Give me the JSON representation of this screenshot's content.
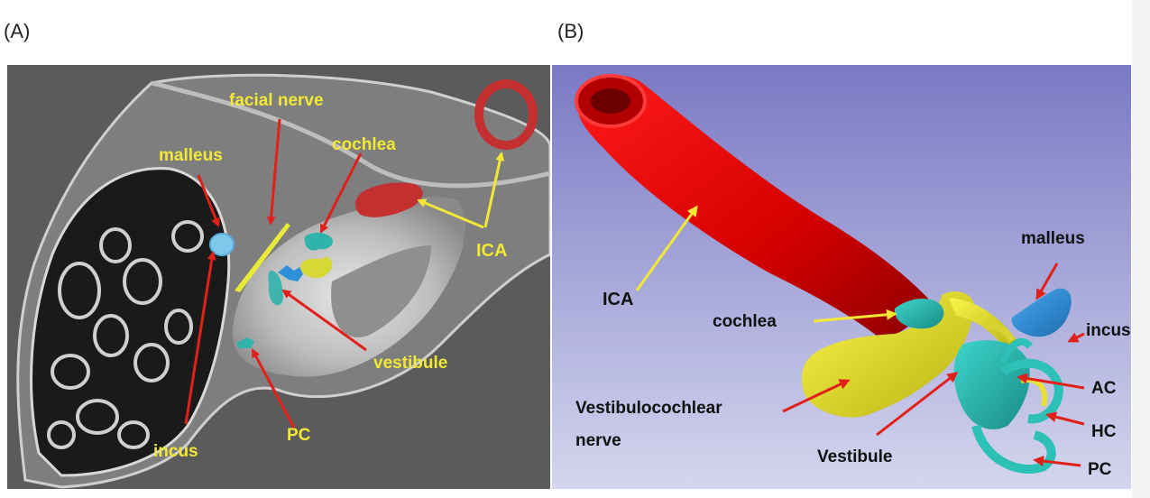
{
  "panel_a": {
    "label": "(A)",
    "annotations": {
      "facial_nerve": "facial nerve",
      "malleus": "malleus",
      "cochlea": "cochlea",
      "ica": "ICA",
      "vestibule": "vestibule",
      "incus": "incus",
      "pc": "PC"
    }
  },
  "panel_b": {
    "label": "(B)",
    "annotations": {
      "ica": "ICA",
      "malleus": "malleus",
      "incus": "incus",
      "cochlea": "cochlea",
      "vestibulocochlear_line1": "Vestibulocochlear",
      "vestibulocochlear_line2": "nerve",
      "vestibule": "Vestibule",
      "ac": "AC",
      "hc": "HC",
      "pc": "PC"
    }
  },
  "colors": {
    "ica_red": "#d00000",
    "label_yellow": "#f2e836",
    "arrow_red": "#e0201a",
    "structure_teal": "#25b8b0",
    "structure_blue": "#2d8fd8",
    "nerve_yellow": "#ecea2a",
    "ct_gray": "#5a5a5a"
  }
}
